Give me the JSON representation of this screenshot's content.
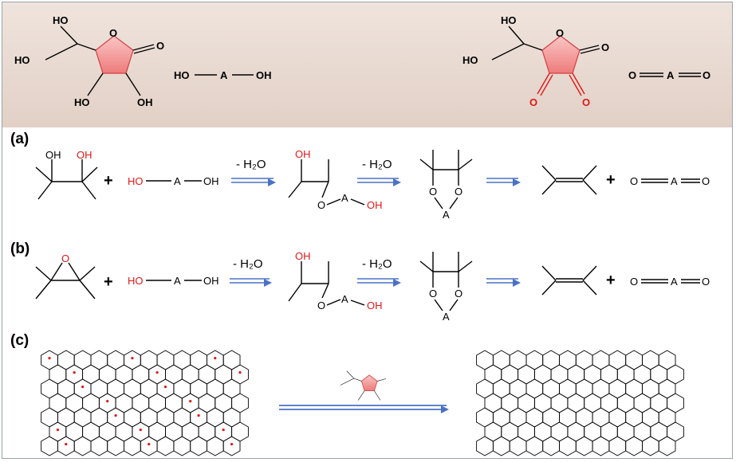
{
  "header": {
    "ascorbic_acid": {
      "ho_top": "HO",
      "ho_left": "HO",
      "o_ring": "O",
      "o_carbonyl": "O",
      "ho_bottom_left": "HO",
      "oh_bottom_right": "OH"
    },
    "reagent_left": {
      "ho": "HO",
      "a": "A",
      "oh": "OH"
    },
    "dehydroascorbic_acid": {
      "ho_top": "HO",
      "ho_left": "HO",
      "o_ring": "O",
      "o_carbonyl": "O",
      "o_left": "O",
      "o_right": "O"
    },
    "product_right": {
      "o_left": "O",
      "a": "A",
      "o_right": "O"
    }
  },
  "panels": {
    "a": {
      "label": "(a)",
      "start_oh1": "OH",
      "start_oh2": "OH",
      "plus1": "+",
      "reagent": {
        "ho": "HO",
        "a": "A",
        "oh": "OH"
      },
      "step1": "- H₂O",
      "intermediate": {
        "oh": "OH",
        "o": "O",
        "a": "A",
        "oh_end": "OH"
      },
      "step2": "- H₂O",
      "cyclic": {
        "o1": "O",
        "o2": "O",
        "a": "A"
      },
      "plus2": "+",
      "product": {
        "o1": "O",
        "a": "A",
        "o2": "O"
      }
    },
    "b": {
      "label": "(b)",
      "epoxide_o": "O",
      "plus1": "+",
      "reagent": {
        "ho": "HO",
        "a": "A",
        "oh": "OH"
      },
      "step1": "- H₂O",
      "intermediate": {
        "oh": "OH",
        "o": "O",
        "a": "A",
        "oh_end": "OH"
      },
      "step2": "- H₂O",
      "cyclic": {
        "o1": "O",
        "o2": "O",
        "a": "A"
      },
      "plus2": "+",
      "product": {
        "o1": "O",
        "a": "A",
        "o2": "O"
      }
    },
    "c": {
      "label": "(c)"
    }
  },
  "colors": {
    "highlight_red": "#e01818",
    "ring_fill": "#f28b8b",
    "arrow_blue": "#4a72c4"
  }
}
